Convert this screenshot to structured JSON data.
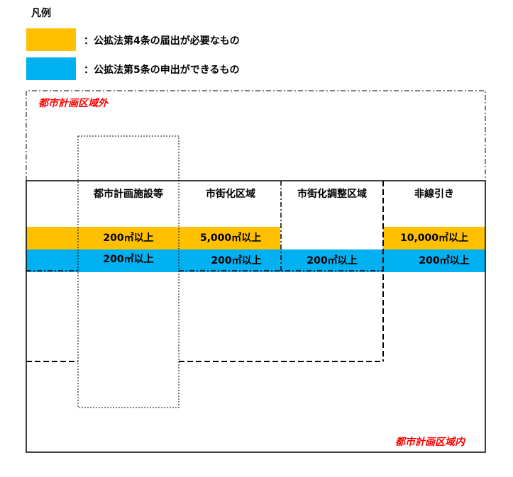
{
  "legend": {
    "title": "凡例",
    "items": [
      {
        "label": "：公拡法第4条の届出が必要なもの",
        "color": "#ffc000"
      },
      {
        "label": "：公拡法第5条の申出ができるもの",
        "color": "#00b0f0"
      }
    ]
  },
  "areas": {
    "outside": "都市計画区域外",
    "inside": "都市計画区域内"
  },
  "columns": [
    {
      "label": "都市計画施設等",
      "article4": "200㎡以上",
      "article5": "200㎡以上"
    },
    {
      "label": "市街化区域",
      "article4": "5,000㎡以上",
      "article5": "200㎡以上"
    },
    {
      "label": "市街化調整区域",
      "article4": "",
      "article5": "200㎡以上"
    },
    {
      "label": "非線引き",
      "article4": "10,000㎡以上",
      "article5": "200㎡以上"
    }
  ]
}
